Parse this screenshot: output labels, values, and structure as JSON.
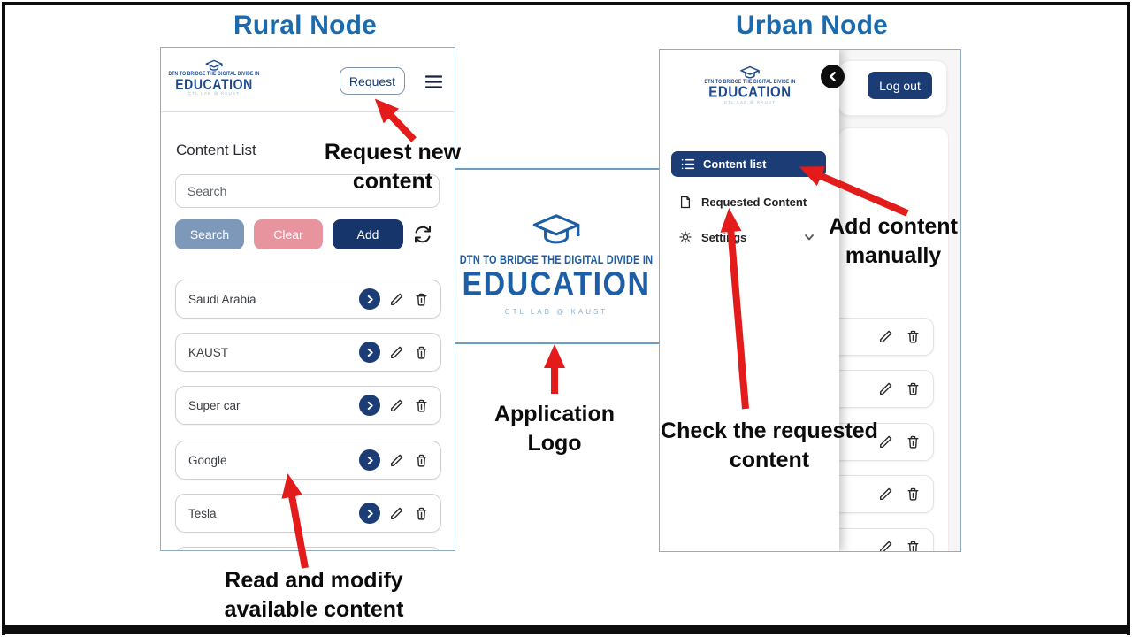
{
  "titles": {
    "left": "Rural Node",
    "right": "Urban Node"
  },
  "logo": {
    "tagline": "DTN TO BRIDGE THE DIGITAL DIVIDE IN",
    "word": "EDUCATION",
    "subline": "CTL LAB @ KAUST"
  },
  "rural": {
    "request_button": "Request",
    "heading": "Content List",
    "search_placeholder": "Search",
    "buttons": {
      "search": "Search",
      "clear": "Clear",
      "add": "Add"
    },
    "items": [
      "Saudi Arabia",
      "KAUST",
      "Super car",
      "Google",
      "Tesla"
    ]
  },
  "urban": {
    "logout_button": "Log out",
    "menu": [
      {
        "label": "Content list"
      },
      {
        "label": "Requested Content"
      },
      {
        "label": "Settings"
      }
    ]
  },
  "annotations": {
    "request_new": "Request new\ncontent",
    "application_logo": "Application\nLogo",
    "read_modify": "Read and modify\navailable content",
    "add_manual": "Add content\nmanually",
    "check_requested": "Check the requested\ncontent"
  },
  "colors": {
    "title_blue": "#1a6aad",
    "navy": "#1b3c74",
    "logo_blue": "#1d5fa6",
    "arrow_red": "#e31b1b",
    "search_button": "#7e98ba",
    "clear_button": "#e8949e",
    "add_button": "#16356b"
  }
}
